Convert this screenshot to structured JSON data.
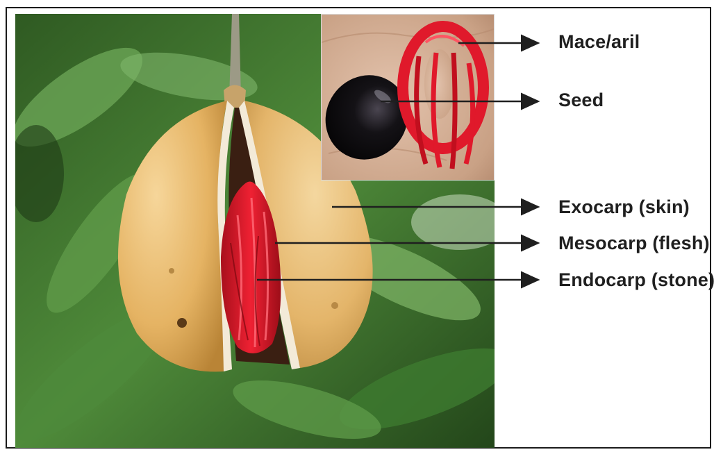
{
  "labels": {
    "mace": "Mace/aril",
    "seed": "Seed",
    "exocarp": "Exocarp (skin)",
    "mesocarp": "Mesocarp (flesh)",
    "endocarp": "Endocarp (stone)"
  },
  "colors": {
    "aril_red": "#e0192b",
    "seed_black": "#111111",
    "skin_yellow": "#e9b864",
    "leaf_green": "#3e7a2e",
    "arrow": "#1f1f1f"
  }
}
